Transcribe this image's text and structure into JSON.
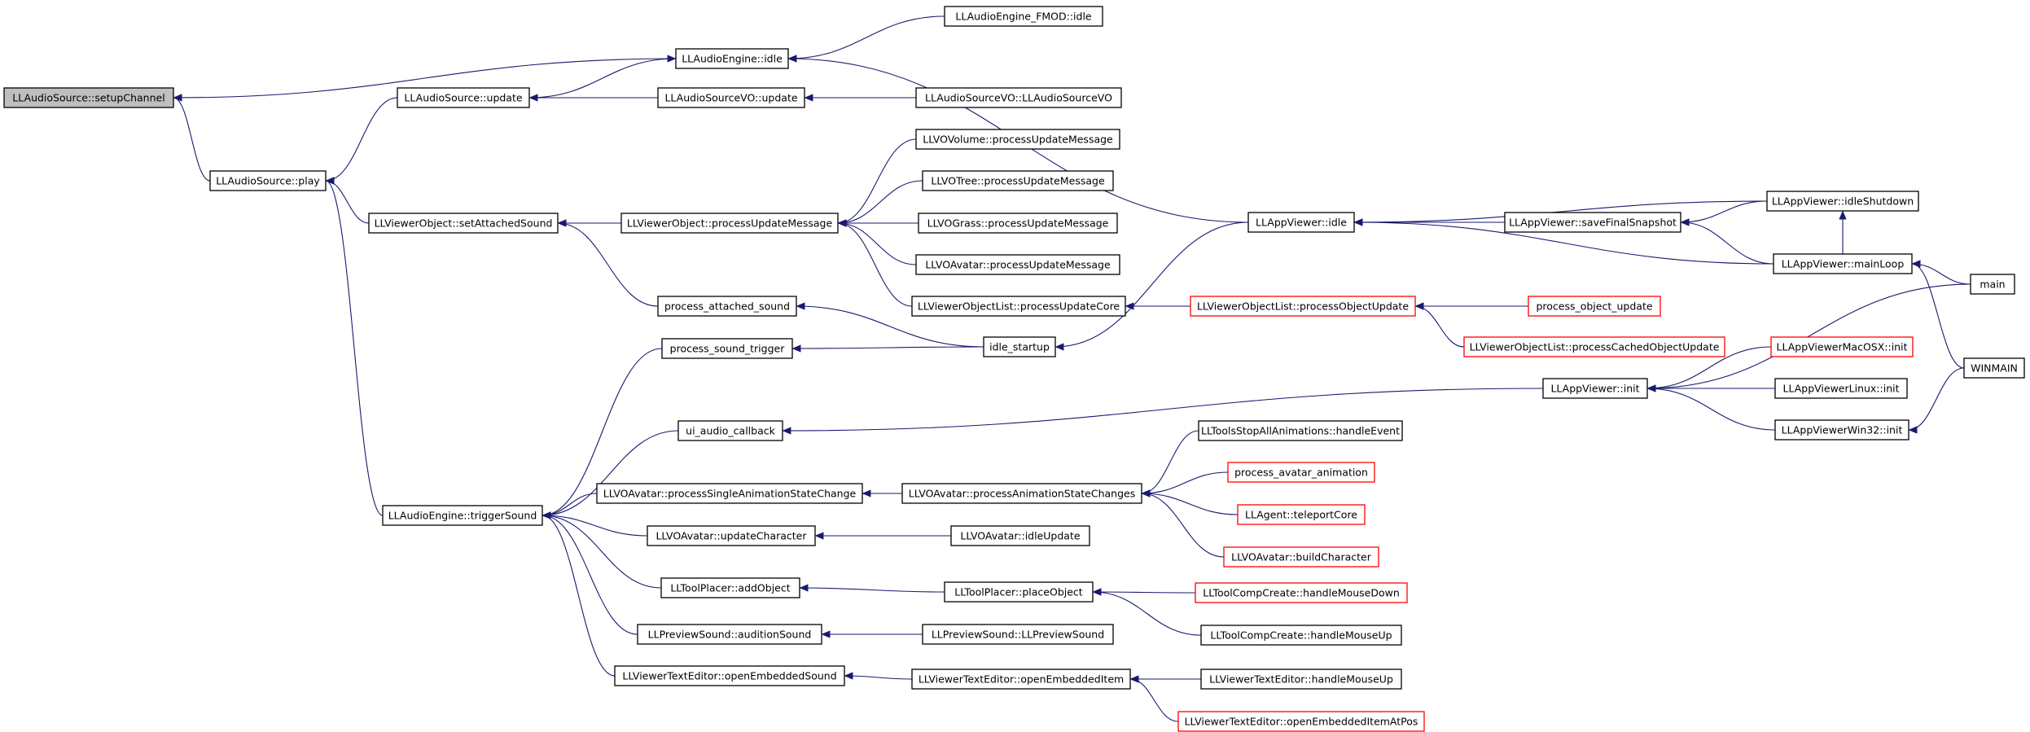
{
  "colors": {
    "edge": "#191970",
    "normal_border": "#000000",
    "truncated_border": "#ff0000",
    "root_fill": "#bfbfbf",
    "node_fill": "#ffffff"
  },
  "nodes": [
    {
      "id": "setupChannel",
      "label": "LLAudioSource::setupChannel",
      "style": "root"
    },
    {
      "id": "engineIdle",
      "label": "LLAudioEngine::idle",
      "style": "normal"
    },
    {
      "id": "fmodIdle",
      "label": "LLAudioEngine_FMOD::idle",
      "style": "normal"
    },
    {
      "id": "sourceUpdate",
      "label": "LLAudioSource::update",
      "style": "normal"
    },
    {
      "id": "sourceVOUpdate",
      "label": "LLAudioSourceVO::update",
      "style": "normal"
    },
    {
      "id": "sourceVOCtor",
      "label": "LLAudioSourceVO::LLAudioSourceVO",
      "style": "normal"
    },
    {
      "id": "sourcePlay",
      "label": "LLAudioSource::play",
      "style": "normal"
    },
    {
      "id": "setAttachedSound",
      "label": "LLViewerObject::setAttachedSound",
      "style": "normal"
    },
    {
      "id": "objProcUpdMsg",
      "label": "LLViewerObject::processUpdateMessage",
      "style": "normal"
    },
    {
      "id": "volumeProc",
      "label": "LLVOVolume::processUpdateMessage",
      "style": "normal"
    },
    {
      "id": "treeProc",
      "label": "LLVOTree::processUpdateMessage",
      "style": "normal"
    },
    {
      "id": "grassProc",
      "label": "LLVOGrass::processUpdateMessage",
      "style": "normal"
    },
    {
      "id": "avatarProc",
      "label": "LLVOAvatar::processUpdateMessage",
      "style": "normal"
    },
    {
      "id": "listProcCore",
      "label": "LLViewerObjectList::processUpdateCore",
      "style": "normal"
    },
    {
      "id": "listProcObj",
      "label": "LLViewerObjectList::processObjectUpdate",
      "style": "truncated"
    },
    {
      "id": "processObjectUpdate",
      "label": "process_object_update",
      "style": "truncated"
    },
    {
      "id": "listProcCached",
      "label": "LLViewerObjectList::processCachedObjectUpdate",
      "style": "truncated"
    },
    {
      "id": "processAttachedSound",
      "label": "process_attached_sound",
      "style": "normal"
    },
    {
      "id": "processSoundTrigger",
      "label": "process_sound_trigger",
      "style": "normal"
    },
    {
      "id": "idleStartup",
      "label": "idle_startup",
      "style": "normal"
    },
    {
      "id": "appViewerIdle",
      "label": "LLAppViewer::idle",
      "style": "normal"
    },
    {
      "id": "saveFinalSnapshot",
      "label": "LLAppViewer::saveFinalSnapshot",
      "style": "normal"
    },
    {
      "id": "idleShutdown",
      "label": "LLAppViewer::idleShutdown",
      "style": "normal"
    },
    {
      "id": "mainLoop",
      "label": "LLAppViewer::mainLoop",
      "style": "normal"
    },
    {
      "id": "main",
      "label": "main",
      "style": "normal"
    },
    {
      "id": "winmain",
      "label": "WINMAIN",
      "style": "normal"
    },
    {
      "id": "appViewerInit",
      "label": "LLAppViewer::init",
      "style": "normal"
    },
    {
      "id": "macInit",
      "label": "LLAppViewerMacOSX::init",
      "style": "truncated"
    },
    {
      "id": "linuxInit",
      "label": "LLAppViewerLinux::init",
      "style": "normal"
    },
    {
      "id": "win32Init",
      "label": "LLAppViewerWin32::init",
      "style": "normal"
    },
    {
      "id": "uiAudioCallback",
      "label": "ui_audio_callback",
      "style": "normal"
    },
    {
      "id": "triggerSound",
      "label": "LLAudioEngine::triggerSound",
      "style": "normal"
    },
    {
      "id": "procSingleAnim",
      "label": "LLVOAvatar::processSingleAnimationStateChange",
      "style": "normal"
    },
    {
      "id": "procAnimChanges",
      "label": "LLVOAvatar::processAnimationStateChanges",
      "style": "normal"
    },
    {
      "id": "stopAllAnims",
      "label": "LLToolsStopAllAnimations::handleEvent",
      "style": "normal"
    },
    {
      "id": "processAvatarAnim",
      "label": "process_avatar_animation",
      "style": "truncated"
    },
    {
      "id": "teleportCore",
      "label": "LLAgent::teleportCore",
      "style": "truncated"
    },
    {
      "id": "buildCharacter",
      "label": "LLVOAvatar::buildCharacter",
      "style": "truncated"
    },
    {
      "id": "updateCharacter",
      "label": "LLVOAvatar::updateCharacter",
      "style": "normal"
    },
    {
      "id": "avatarIdleUpdate",
      "label": "LLVOAvatar::idleUpdate",
      "style": "normal"
    },
    {
      "id": "addObject",
      "label": "LLToolPlacer::addObject",
      "style": "normal"
    },
    {
      "id": "placeObject",
      "label": "LLToolPlacer::placeObject",
      "style": "normal"
    },
    {
      "id": "compMouseDown",
      "label": "LLToolCompCreate::handleMouseDown",
      "style": "truncated"
    },
    {
      "id": "compMouseUp",
      "label": "LLToolCompCreate::handleMouseUp",
      "style": "normal"
    },
    {
      "id": "auditionSound",
      "label": "LLPreviewSound::auditionSound",
      "style": "normal"
    },
    {
      "id": "previewSoundCtor",
      "label": "LLPreviewSound::LLPreviewSound",
      "style": "normal"
    },
    {
      "id": "openEmbeddedSound",
      "label": "LLViewerTextEditor::openEmbeddedSound",
      "style": "normal"
    },
    {
      "id": "openEmbeddedItem",
      "label": "LLViewerTextEditor::openEmbeddedItem",
      "style": "normal"
    },
    {
      "id": "textEditorMouseUp",
      "label": "LLViewerTextEditor::handleMouseUp",
      "style": "normal"
    },
    {
      "id": "openEmbeddedItemAtPos",
      "label": "LLViewerTextEditor::openEmbeddedItemAtPos",
      "style": "truncated"
    }
  ],
  "edges": [
    [
      "engineIdle",
      "setupChannel"
    ],
    [
      "sourcePlay",
      "setupChannel"
    ],
    [
      "fmodIdle",
      "engineIdle"
    ],
    [
      "appViewerIdle",
      "engineIdle"
    ],
    [
      "sourceUpdate",
      "engineIdle"
    ],
    [
      "sourceVOUpdate",
      "sourceUpdate"
    ],
    [
      "sourceVOCtor",
      "sourceVOUpdate"
    ],
    [
      "sourceUpdate",
      "sourcePlay"
    ],
    [
      "setAttachedSound",
      "sourcePlay"
    ],
    [
      "triggerSound",
      "sourcePlay"
    ],
    [
      "objProcUpdMsg",
      "setAttachedSound"
    ],
    [
      "processAttachedSound",
      "setAttachedSound"
    ],
    [
      "volumeProc",
      "objProcUpdMsg"
    ],
    [
      "treeProc",
      "objProcUpdMsg"
    ],
    [
      "grassProc",
      "objProcUpdMsg"
    ],
    [
      "avatarProc",
      "objProcUpdMsg"
    ],
    [
      "listProcCore",
      "objProcUpdMsg"
    ],
    [
      "listProcObj",
      "listProcCore"
    ],
    [
      "processObjectUpdate",
      "listProcObj"
    ],
    [
      "listProcCached",
      "listProcObj"
    ],
    [
      "idleStartup",
      "processAttachedSound"
    ],
    [
      "idleStartup",
      "processSoundTrigger"
    ],
    [
      "appViewerIdle",
      "idleStartup"
    ],
    [
      "saveFinalSnapshot",
      "appViewerIdle"
    ],
    [
      "idleShutdown",
      "appViewerIdle"
    ],
    [
      "mainLoop",
      "appViewerIdle"
    ],
    [
      "idleShutdown",
      "saveFinalSnapshot"
    ],
    [
      "mainLoop",
      "saveFinalSnapshot"
    ],
    [
      "mainLoop",
      "idleShutdown"
    ],
    [
      "main",
      "mainLoop"
    ],
    [
      "winmain",
      "mainLoop"
    ],
    [
      "appViewerInit",
      "uiAudioCallback"
    ],
    [
      "main",
      "appViewerInit"
    ],
    [
      "macInit",
      "appViewerInit"
    ],
    [
      "linuxInit",
      "appViewerInit"
    ],
    [
      "win32Init",
      "appViewerInit"
    ],
    [
      "winmain",
      "win32Init"
    ],
    [
      "processSoundTrigger",
      "triggerSound"
    ],
    [
      "uiAudioCallback",
      "triggerSound"
    ],
    [
      "procSingleAnim",
      "triggerSound"
    ],
    [
      "updateCharacter",
      "triggerSound"
    ],
    [
      "addObject",
      "triggerSound"
    ],
    [
      "auditionSound",
      "triggerSound"
    ],
    [
      "openEmbeddedSound",
      "triggerSound"
    ],
    [
      "procAnimChanges",
      "procSingleAnim"
    ],
    [
      "stopAllAnims",
      "procAnimChanges"
    ],
    [
      "processAvatarAnim",
      "procAnimChanges"
    ],
    [
      "teleportCore",
      "procAnimChanges"
    ],
    [
      "buildCharacter",
      "procAnimChanges"
    ],
    [
      "avatarIdleUpdate",
      "updateCharacter"
    ],
    [
      "placeObject",
      "addObject"
    ],
    [
      "compMouseDown",
      "placeObject"
    ],
    [
      "compMouseUp",
      "placeObject"
    ],
    [
      "previewSoundCtor",
      "auditionSound"
    ],
    [
      "openEmbeddedItem",
      "openEmbeddedSound"
    ],
    [
      "textEditorMouseUp",
      "openEmbeddedItem"
    ],
    [
      "openEmbeddedItemAtPos",
      "openEmbeddedItem"
    ]
  ]
}
